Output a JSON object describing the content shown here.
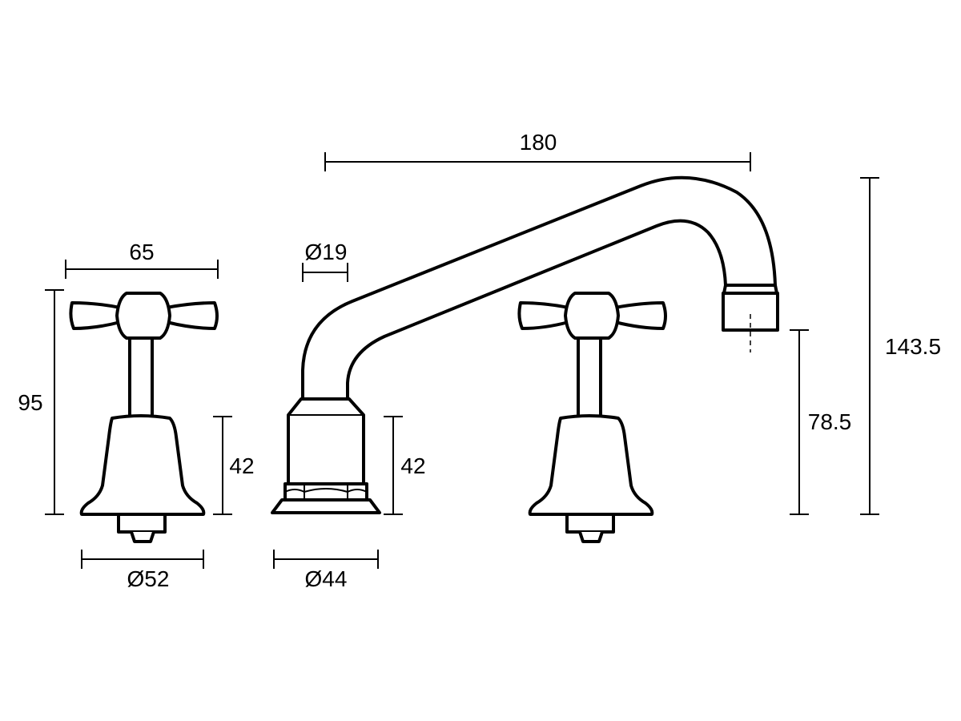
{
  "dimensions": {
    "handle_width": "65",
    "handle_height": "95",
    "handle_body_height": "42",
    "handle_base_diameter": "Ø52",
    "spout_reach": "180",
    "spout_tube_diameter": "Ø19",
    "spout_body_height": "42",
    "spout_base_diameter": "Ø44",
    "outlet_height": "78.5",
    "overall_height": "143.5"
  }
}
